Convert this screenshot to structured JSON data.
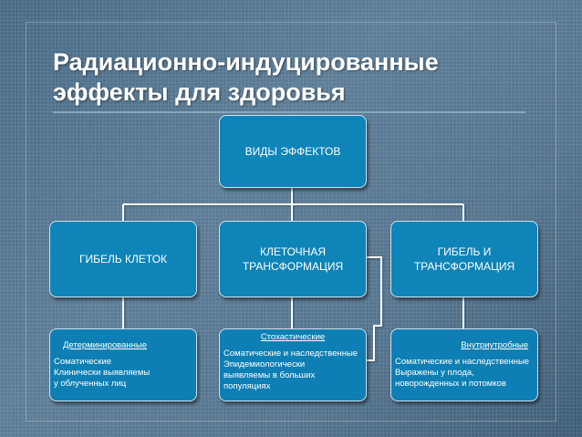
{
  "slide": {
    "title_line1": "Радиационно-индуцированные",
    "title_line2": "эффекты для здоровья"
  },
  "diagram": {
    "root": "ВИДЫ ЭФФЕКТОВ",
    "categories": [
      {
        "label": "ГИБЕЛЬ КЛЕТОК"
      },
      {
        "label_line1": "КЛЕТОЧНАЯ",
        "label_line2": "ТРАНСФОРМАЦИЯ"
      },
      {
        "label_line1": "ГИБЕЛЬ И",
        "label_line2": "ТРАНСФОРМАЦИЯ"
      }
    ],
    "details": [
      {
        "header": "Детерминированные",
        "lines": [
          "Соматические",
          "Клинически выявляемы",
          "у облученных лиц"
        ]
      },
      {
        "header": "Стохастические",
        "lines": [
          "Соматические и наследственные",
          "Эпидемиологически",
          "выявляемы в  больших",
          "популяциях"
        ]
      },
      {
        "header": "Внутриутробные",
        "lines": [
          "Соматические и наследственные",
          "Выражены у плода,",
          "новорожденных и потомков"
        ]
      }
    ]
  }
}
